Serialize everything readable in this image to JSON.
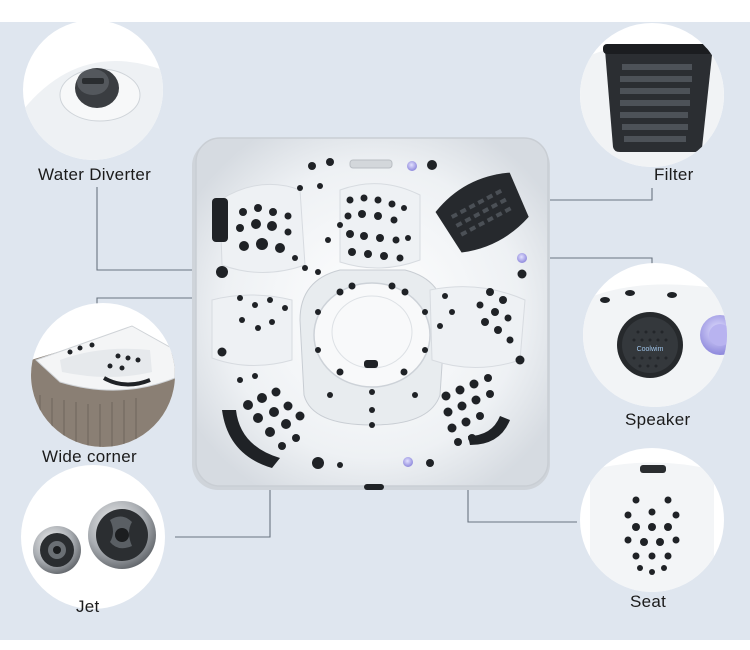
{
  "labels": {
    "water_diverter": "Water Diverter",
    "filter": "Filter",
    "wide_corner": "Wide corner",
    "speaker": "Speaker",
    "jet": "Jet",
    "seat": "Seat"
  },
  "speaker_logo_text": "Coolwim",
  "colors": {
    "background": "#dfe6ef",
    "shell": "#f4f6f8",
    "jet": "#1f2226",
    "leader_line": "#6a7480"
  }
}
